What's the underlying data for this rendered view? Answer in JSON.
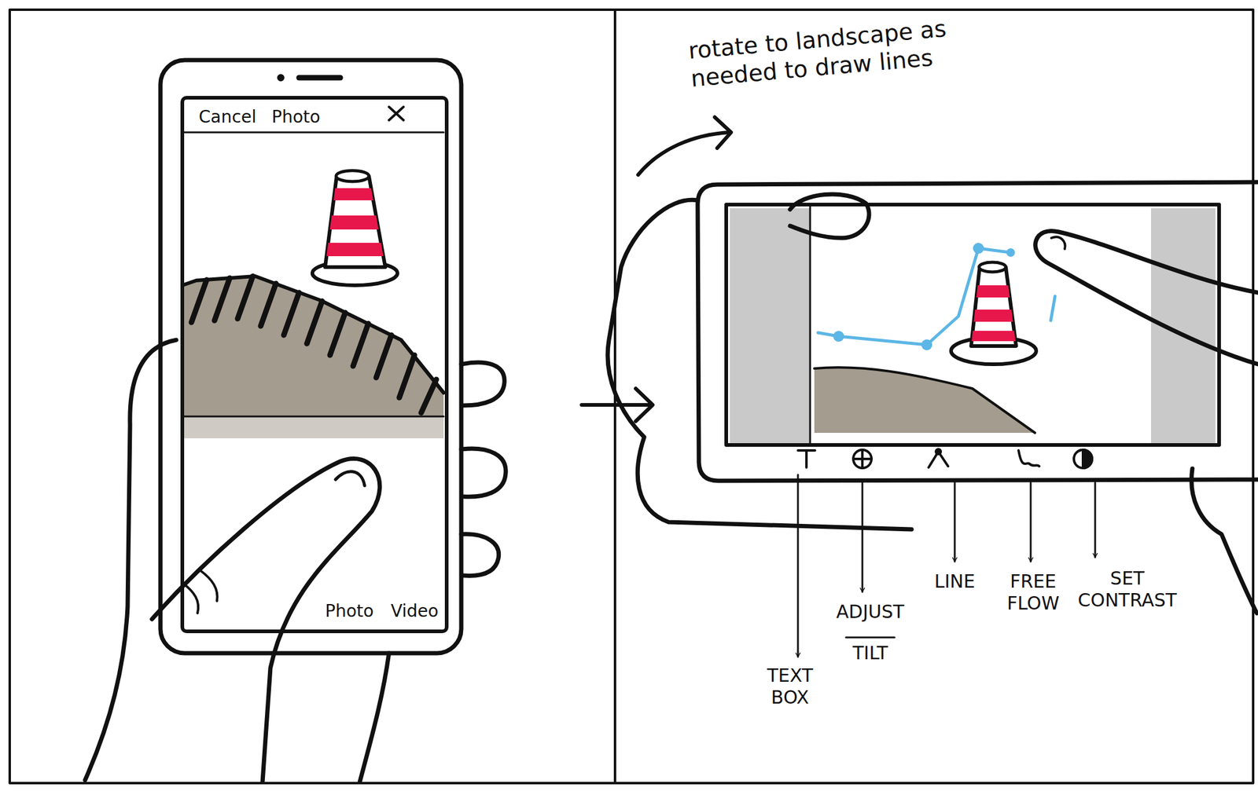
{
  "diagram": {
    "nodes": [
      {
        "text": [
          "Cancel",
          "Photo",
          "Photo",
          "Video"
        ]
      }
    ],
    "labels": [
      "rotate to landscape as needed to draw lines",
      "TEXT BOX",
      "ADJUST",
      "TILT",
      "LINE",
      "FREE FLOW",
      "SET CONTRAST"
    ]
  }
}
